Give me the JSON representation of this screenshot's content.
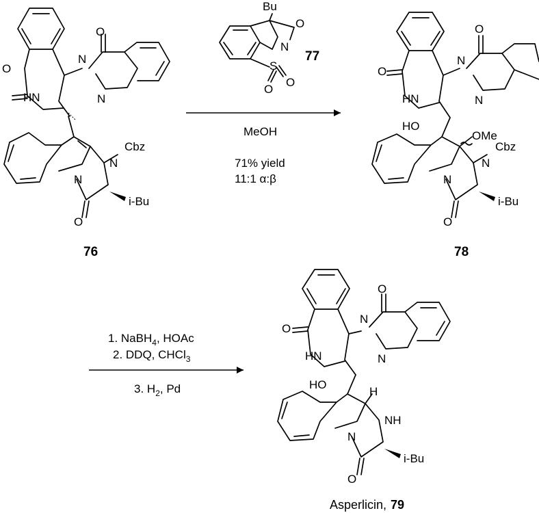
{
  "compounds": {
    "c76": {
      "number": "76",
      "labels": {
        "o_lactam": "O",
        "o_quin": "O",
        "hn": "HN",
        "n1": "N",
        "n2": "N",
        "n_cbz": "N",
        "cbz": "Cbz",
        "n_indole": "N",
        "o_imid": "O",
        "ibu": "i-Bu"
      }
    },
    "c77": {
      "number": "77",
      "labels": {
        "bu": "Bu",
        "o_ox": "O",
        "n_ox": "N",
        "s": "S",
        "o_s1": "O",
        "o_s2": "O"
      }
    },
    "c78": {
      "number": "78",
      "labels": {
        "o_lactam": "O",
        "o_quin": "O",
        "hn": "HN",
        "n1": "N",
        "n2": "N",
        "ho": "HO",
        "ome": "OMe",
        "n_cbz": "N",
        "cbz": "Cbz",
        "n_indole": "N",
        "o_imid": "O",
        "ibu": "i-Bu"
      }
    },
    "c79": {
      "name": "Asperlicin,",
      "number": "79",
      "labels": {
        "o_lactam": "O",
        "o_quin": "O",
        "hn": "HN",
        "n1": "N",
        "n2": "N",
        "ho": "HO",
        "h": "H",
        "nh": "NH",
        "n_indole": "N",
        "o_imid": "O",
        "ibu": "i-Bu"
      }
    }
  },
  "reaction1": {
    "solvent": "MeOH",
    "yield": "71% yield",
    "ratio": "11:1 α:β"
  },
  "reaction2": {
    "step1": {
      "text": "1. NaBH",
      "sub": "4",
      "rest": ", HOAc"
    },
    "step2": {
      "text": "2. DDQ, CHCl",
      "sub": "3",
      "rest": ""
    },
    "step3": {
      "text": "3. H",
      "sub": "2",
      "rest": ", Pd"
    }
  }
}
